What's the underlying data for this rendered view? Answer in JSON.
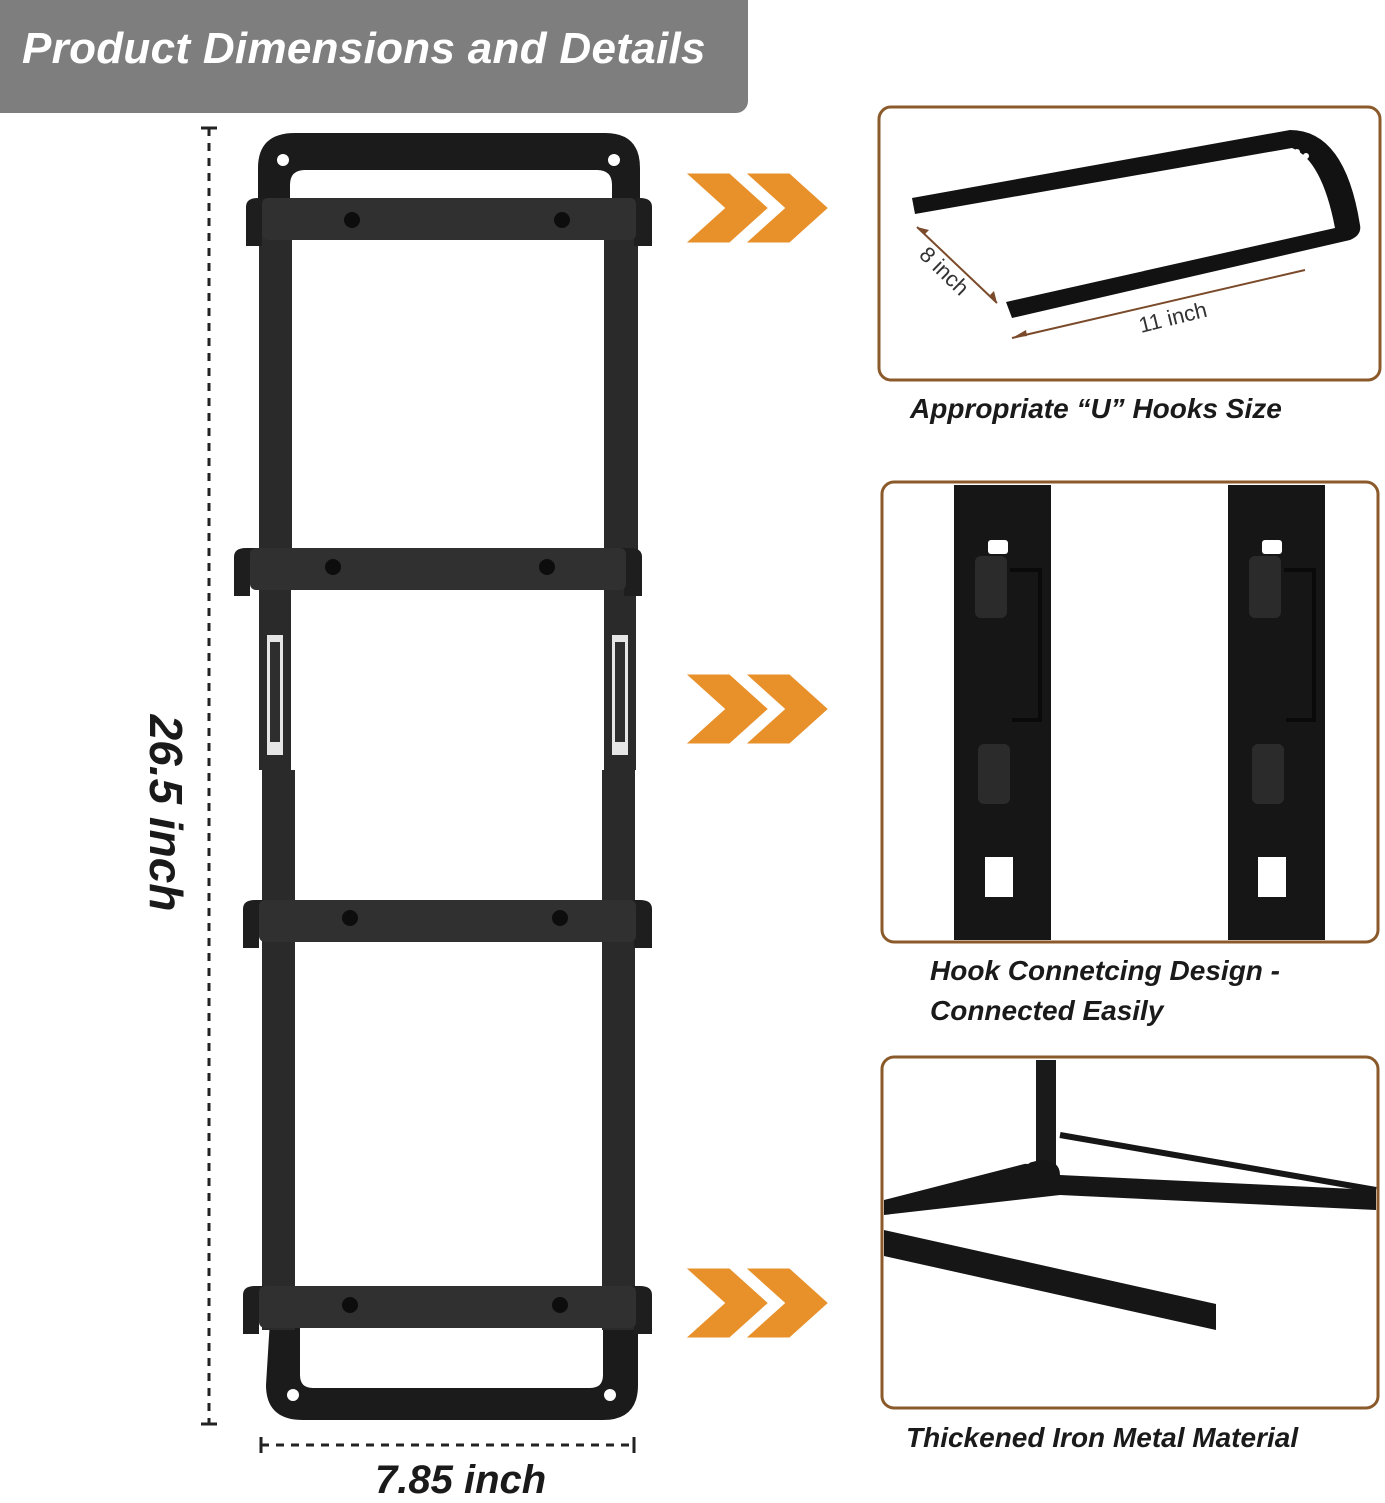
{
  "header": {
    "title": "Product Dimensions and Details"
  },
  "dimensions": {
    "height": "26.5 inch",
    "width": "7.85 inch"
  },
  "panels": [
    {
      "caption": "Appropriate “U” Hooks Size",
      "depth_label": "8 inch",
      "length_label": "11 inch"
    },
    {
      "caption_line1": "Hook Connetcing Design -",
      "caption_line2": "Connected Easily"
    },
    {
      "caption": "Thickened Iron Metal Material"
    }
  ],
  "colors": {
    "banner": "#7e7e7e",
    "arrow": "#e8902a",
    "frame": "#1b1b1b",
    "panel_border": "#8b5a2b",
    "dim_arrow": "#7a4a2a"
  },
  "icons": [
    "double-chevron-right-icon"
  ]
}
